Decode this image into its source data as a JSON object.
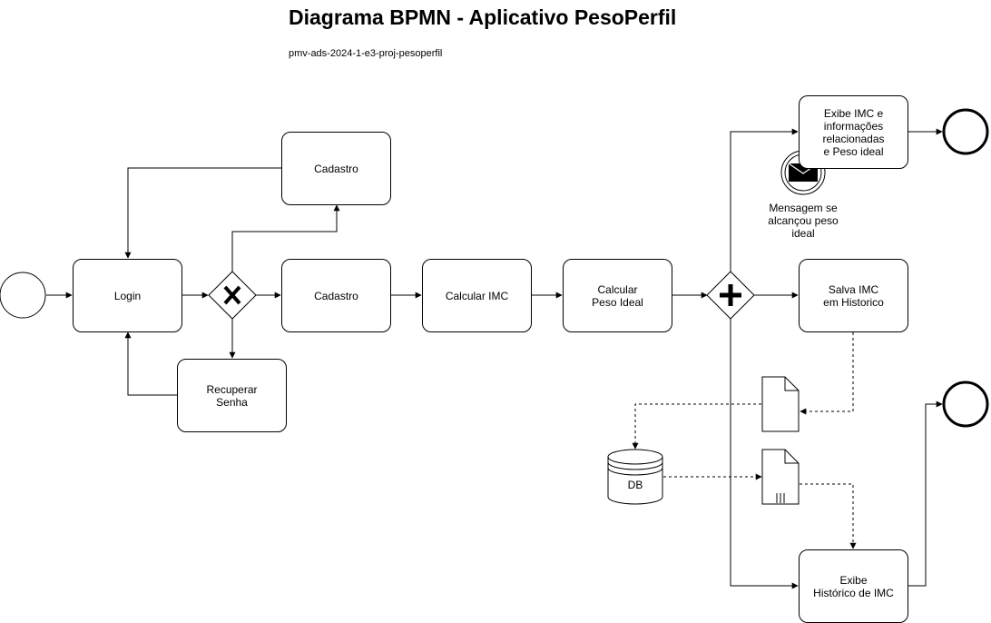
{
  "title": "Diagrama BPMN - Aplicativo PesoPerfil",
  "subtitle": "pmv-ads-2024-1-e3-proj-pesoperfil",
  "tasks": {
    "login": "Login",
    "cadastro_top": "Cadastro",
    "cadastro": "Cadastro",
    "recuperar_senha": "Recuperar\nSenha",
    "calcular_imc": "Calcular IMC",
    "calcular_peso_ideal": "Calcular\nPeso Ideal",
    "exibe_imc": "Exibe IMC e\ninformações\nrelacionadas\ne Peso ideal",
    "salva_imc": "Salva IMC\nem Historico",
    "exibe_historico": "Exibe\nHistórico de IMC"
  },
  "message_event_label": "Mensagem se\nalcançou peso\nideal",
  "data_store_label": "DB",
  "gateways": {
    "exclusive": "exclusive-gateway",
    "parallel": "parallel-gateway"
  },
  "icons": {
    "start_event": "start-event-circle",
    "end_event": "end-event-circle",
    "message_event": "envelope-icon",
    "data_object": "document-icon",
    "data_collection": "document-collection-icon",
    "data_store": "database-icon"
  }
}
